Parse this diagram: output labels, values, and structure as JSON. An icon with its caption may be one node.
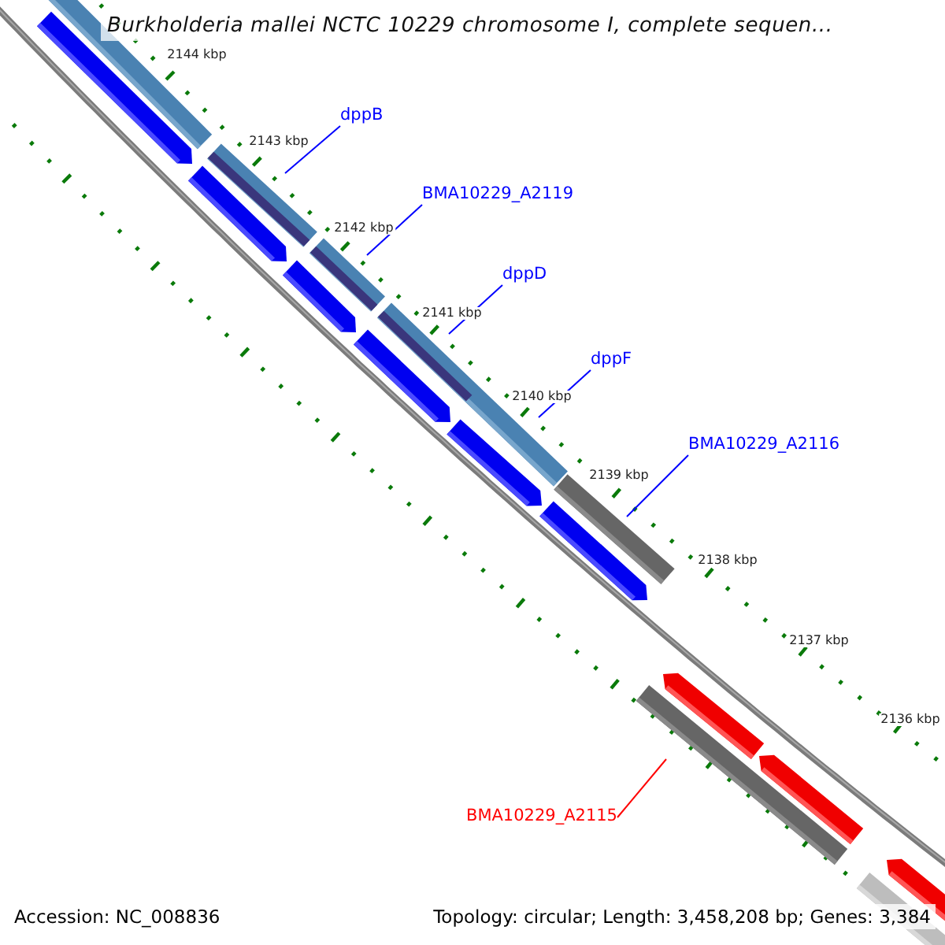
{
  "diagram": {
    "title": "Burkholderia mallei NCTC 10229 chromosome I, complete sequen...",
    "nodes": [
      {
        "text": [
          "dppB"
        ]
      },
      {
        "text": [
          "BMA10229_A2119"
        ]
      },
      {
        "text": [
          "dppD"
        ]
      },
      {
        "text": [
          "dppF"
        ]
      },
      {
        "text": [
          "BMA10229_A2116"
        ]
      },
      {
        "text": [
          "BMA10229_A2115"
        ]
      }
    ],
    "edges": [
      {
        "from": 0,
        "to": null,
        "arrow": "none"
      },
      {
        "from": 1,
        "to": null,
        "arrow": "none"
      },
      {
        "from": 2,
        "to": null,
        "arrow": "none"
      },
      {
        "from": 3,
        "to": null,
        "arrow": "none"
      },
      {
        "from": 4,
        "to": null,
        "arrow": "none"
      },
      {
        "from": 5,
        "to": null,
        "arrow": "none",
        "color": "#ff0000"
      }
    ],
    "labels": [
      "2144 kbp",
      "2143 kbp",
      "2142 kbp",
      "2141 kbp",
      "2140 kbp",
      "2139 kbp",
      "2138 kbp",
      "2137 kbp",
      "2136 kbp",
      "Accession: NC_008836",
      "Topology: circular; Length: 3,458,208 bp; Genes: 3,384"
    ]
  }
}
